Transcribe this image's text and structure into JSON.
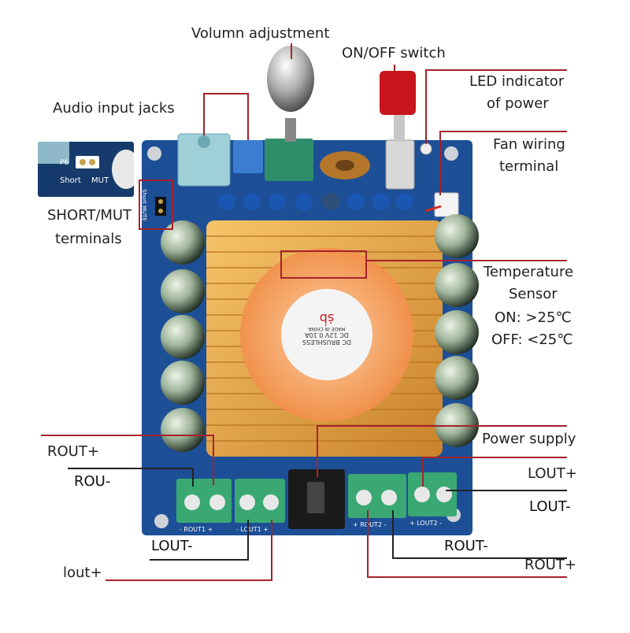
{
  "labels": {
    "volume": "Volumn adjustment",
    "onoff": "ON/OFF switch",
    "led_line1": "LED indicator",
    "led_line2": "of power",
    "audio": "Audio input jacks",
    "fan_line1": "Fan wiring",
    "fan_line2": "terminal",
    "short_line1": "SHORT/MUT",
    "short_line2": "terminals",
    "temp_line1": "Temperature",
    "temp_line2": "Sensor",
    "temp_line3": "ON: >25℃",
    "temp_line4": "OFF: <25℃",
    "power": "Power supply",
    "rout_plus_left": "ROUT+",
    "rou_minus_left": "ROU-",
    "lout_minus_left": "LOUT-",
    "lout_plus_left": "lout+",
    "lout_plus_right": "LOUT+",
    "lout_minus_right": "LOUT-",
    "rout_minus_right": "ROUT-",
    "rout_plus_right": "ROUT+"
  },
  "board": {
    "inset_text_p6": "P6",
    "inset_text_short": "Short",
    "inset_text_mut": "MUT",
    "silk_short_mute": "Short MUTE",
    "silk_rout1": "- ROUT1 +",
    "silk_lout1": "- LOUT1 +",
    "silk_rout2": "+ ROUT2 -",
    "silk_lout2": "+ LOUT2 -",
    "fan_label_1": "DC BRUSHLESS",
    "fan_label_2": "DC 12V 0.10A",
    "fan_label_3": "MADE IN CHINA",
    "fan_brand": "ṡḃ"
  },
  "colors": {
    "pcb": "#1d4f97",
    "heatsink": "#e0a23a",
    "fan": "#f39a55",
    "terminal": "#3aa872",
    "callout_line": "#a5222c",
    "red_button": "#c9151c"
  }
}
